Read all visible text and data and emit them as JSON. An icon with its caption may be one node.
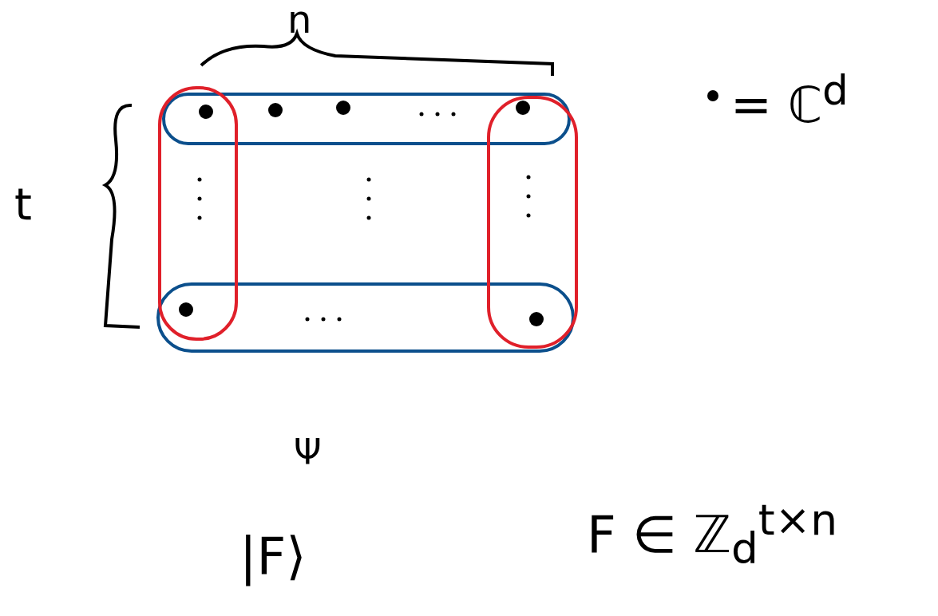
{
  "diagram": {
    "labels": [
      "n",
      "t",
      "= ℂ$^{d}$",
      "Ψ",
      "|F⟩",
      "F ∈ ℤ$_{d}$$^{t×n}$"
    ]
  }
}
